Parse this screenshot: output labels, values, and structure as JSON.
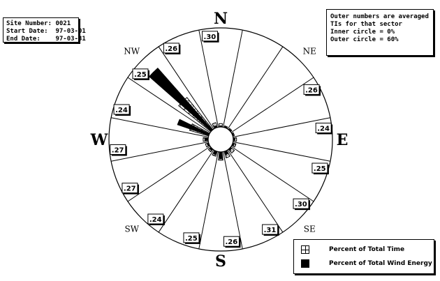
{
  "info": {
    "site_label": "Site Number:",
    "site_value": "0021",
    "start_label": "Start Date:",
    "start_value": "97-03-01",
    "end_label": "End Date:",
    "end_value": "97-03-31"
  },
  "note": {
    "line1": "Outer numbers are averaged",
    "line2": "TIs for that sector",
    "line3": "Inner circle = 0%",
    "line4": "Outer circle = 60%"
  },
  "legend": {
    "time_label": "Percent of Total Time",
    "energy_label": "Percent of Total Wind Energy"
  },
  "chart_data": {
    "type": "wind_rose",
    "sector_count": 16,
    "radial_range_percent": [
      0,
      60
    ],
    "cardinal_labels": [
      "N",
      "E",
      "S",
      "W"
    ],
    "intercardinal_labels": [
      "NE",
      "SE",
      "SW",
      "NW"
    ],
    "sectors": [
      {
        "ti": ".30",
        "time_pct": 2,
        "energy_pct": 0.5
      },
      {
        "ti": "",
        "time_pct": 1,
        "energy_pct": 0.5
      },
      {
        "ti": "",
        "time_pct": 1,
        "energy_pct": 0.5
      },
      {
        "ti": ".26",
        "time_pct": 1,
        "energy_pct": 0.5
      },
      {
        "ti": ".24",
        "time_pct": 2,
        "energy_pct": 1
      },
      {
        "ti": ".25",
        "time_pct": 2,
        "energy_pct": 1
      },
      {
        "ti": ".30",
        "time_pct": 3,
        "energy_pct": 1
      },
      {
        "ti": ".31",
        "time_pct": 4,
        "energy_pct": 2
      },
      {
        "ti": ".26",
        "time_pct": 5,
        "energy_pct": 4
      },
      {
        "ti": ".25",
        "time_pct": 3,
        "energy_pct": 2
      },
      {
        "ti": ".24",
        "time_pct": 2,
        "energy_pct": 1
      },
      {
        "ti": ".27",
        "time_pct": 2,
        "energy_pct": 1
      },
      {
        "ti": ".27",
        "time_pct": 3,
        "energy_pct": 2
      },
      {
        "ti": ".24",
        "time_pct": 12,
        "energy_pct": 20
      },
      {
        "ti": ".25",
        "time_pct": 25,
        "energy_pct": 50
      },
      {
        "ti": ".26",
        "time_pct": 3,
        "energy_pct": 1
      }
    ],
    "series": [
      {
        "name": "Percent of Total Time",
        "pattern": "grid"
      },
      {
        "name": "Percent of Total Wind Energy",
        "pattern": "solid"
      }
    ]
  }
}
